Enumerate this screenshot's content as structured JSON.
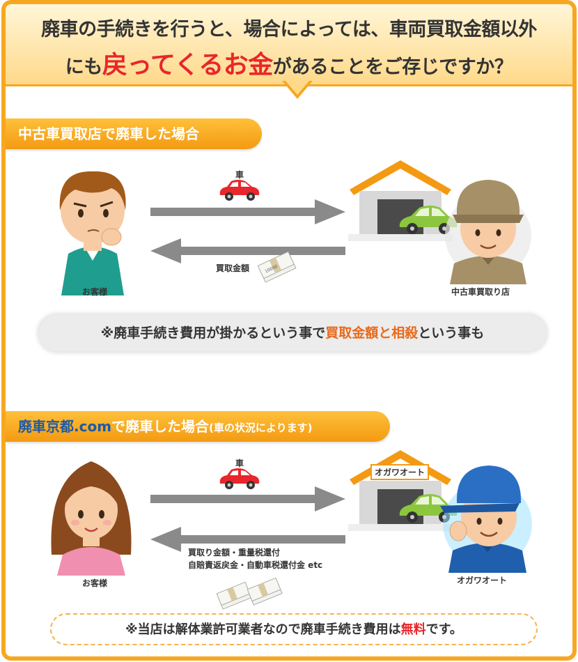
{
  "header": {
    "line1": "廃車の手続きを行うと、場合によっては、車両買取金額以外",
    "line2_pre": "にも",
    "line2_emph": "戻ってくるお金",
    "line2_post": "があることをご存じですか？"
  },
  "section1": {
    "title": "中古車買取店で廃車した場合",
    "arrow_top_label": "車",
    "arrow_bottom_label": "買取金額",
    "customer_label": "お客様",
    "shop_label": "中古車買取り店",
    "note_pre": "※廃車手続き費用が掛かるという事で",
    "note_emph": "買取金額と相殺",
    "note_post": "という事も"
  },
  "section2": {
    "title_brand": "廃車京都.com",
    "title_main": "で廃車した場合",
    "title_small": "(車の状況によります)",
    "arrow_top_label": "車",
    "arrow_bottom_line1": "買取り金額・重量税還付",
    "arrow_bottom_line2": "自賠責返戻金・自動車税還付金 etc",
    "customer_label": "お客様",
    "shop_label": "オガワオート",
    "garage_sign": "オガワオート",
    "note_pre": "※当店は解体業許可業者なので廃車手続き費用は",
    "note_emph": "無料",
    "note_post": "です。"
  },
  "colors": {
    "orange": "#f7a71f",
    "red": "#e8262b",
    "brand_blue": "#1d5aa6",
    "arrow_gray": "#8a8a8a",
    "car_red": "#e8262b",
    "car_green": "#8cc63f"
  },
  "icons": [
    "customer-male",
    "customer-female",
    "red-car-icon",
    "green-car-icon",
    "garage-icon",
    "money-bundle-icon",
    "shop-staff-icon",
    "ogawa-staff-icon"
  ]
}
